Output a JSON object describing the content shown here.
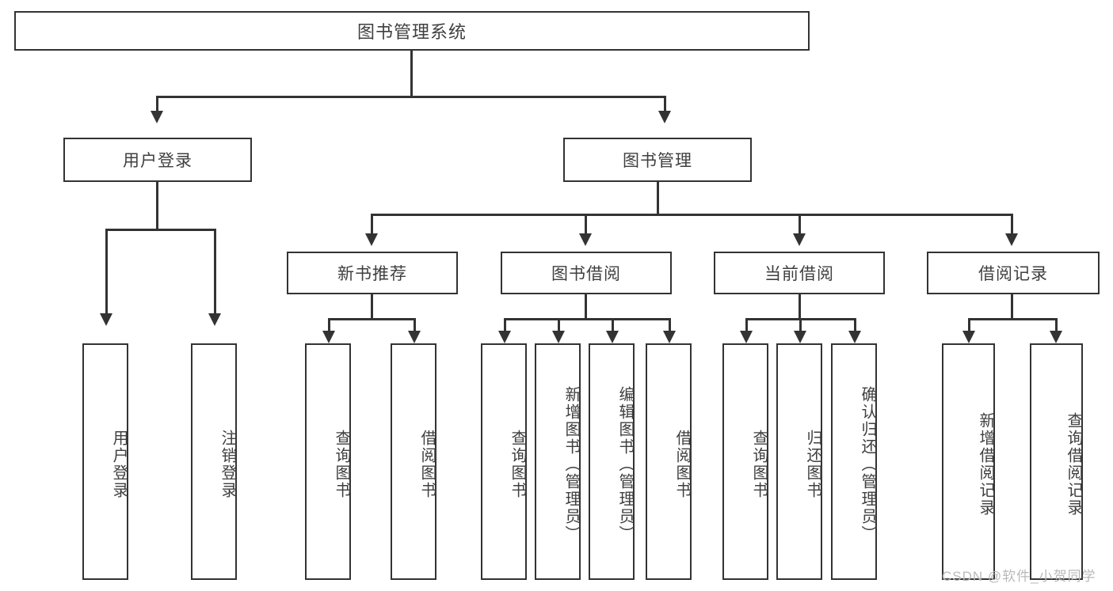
{
  "diagram": {
    "title": "图书管理系统",
    "type": "hierarchy-tree",
    "root": {
      "label": "图书管理系统"
    },
    "level1": [
      {
        "label": "用户登录"
      },
      {
        "label": "图书管理"
      }
    ],
    "level2": [
      {
        "label": "新书推荐"
      },
      {
        "label": "图书借阅"
      },
      {
        "label": "当前借阅"
      },
      {
        "label": "借阅记录"
      }
    ],
    "leaves": {
      "user_login": [
        {
          "label": "用户登录"
        },
        {
          "label": "注销登录"
        }
      ],
      "new_book_recommend": [
        {
          "label": "查询图书"
        },
        {
          "label": "借阅图书"
        }
      ],
      "book_borrow": [
        {
          "label": "查询图书"
        },
        {
          "label": "新增图书（管理员）"
        },
        {
          "label": "编辑图书（管理员）"
        },
        {
          "label": "借阅图书"
        }
      ],
      "current_borrow": [
        {
          "label": "查询图书"
        },
        {
          "label": "归还图书"
        },
        {
          "label": "确认归还（管理员）"
        }
      ],
      "borrow_record": [
        {
          "label": "新增借阅记录"
        },
        {
          "label": "查询借阅记录"
        }
      ]
    }
  },
  "watermark": {
    "text": "CSDN @软件_小贺同学"
  },
  "colors": {
    "border": "#333333",
    "text": "#3f3f3f",
    "background": "#ffffff",
    "watermark": "#b9b9b9"
  }
}
